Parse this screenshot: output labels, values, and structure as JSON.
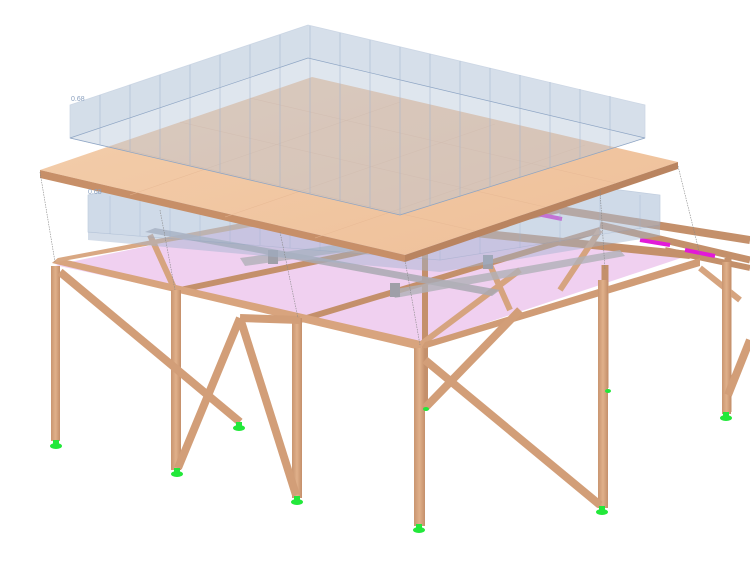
{
  "scene": {
    "type": "3D structural model render",
    "description": "Timber frame structure with CLT slab and area load visualization",
    "colors": {
      "background": "#ffffff",
      "timber": "#d9a77f",
      "timber_dark": "#b98a65",
      "slab_top": "#f0c6a2",
      "slab_edge": "#c9916a",
      "bracing_plane": "#ecc6ec",
      "load_fill": "#b9c8dc",
      "load_stroke": "#8ea5c4",
      "support": "#22e83a",
      "highlight_member": "#e020d8",
      "gray_beam": "#a8a8b0"
    },
    "loads": [
      {
        "id": "upper-slab-load",
        "value": "0.68"
      },
      {
        "id": "lower-panel-load",
        "value": "0.68"
      }
    ],
    "supports_count": 8
  }
}
